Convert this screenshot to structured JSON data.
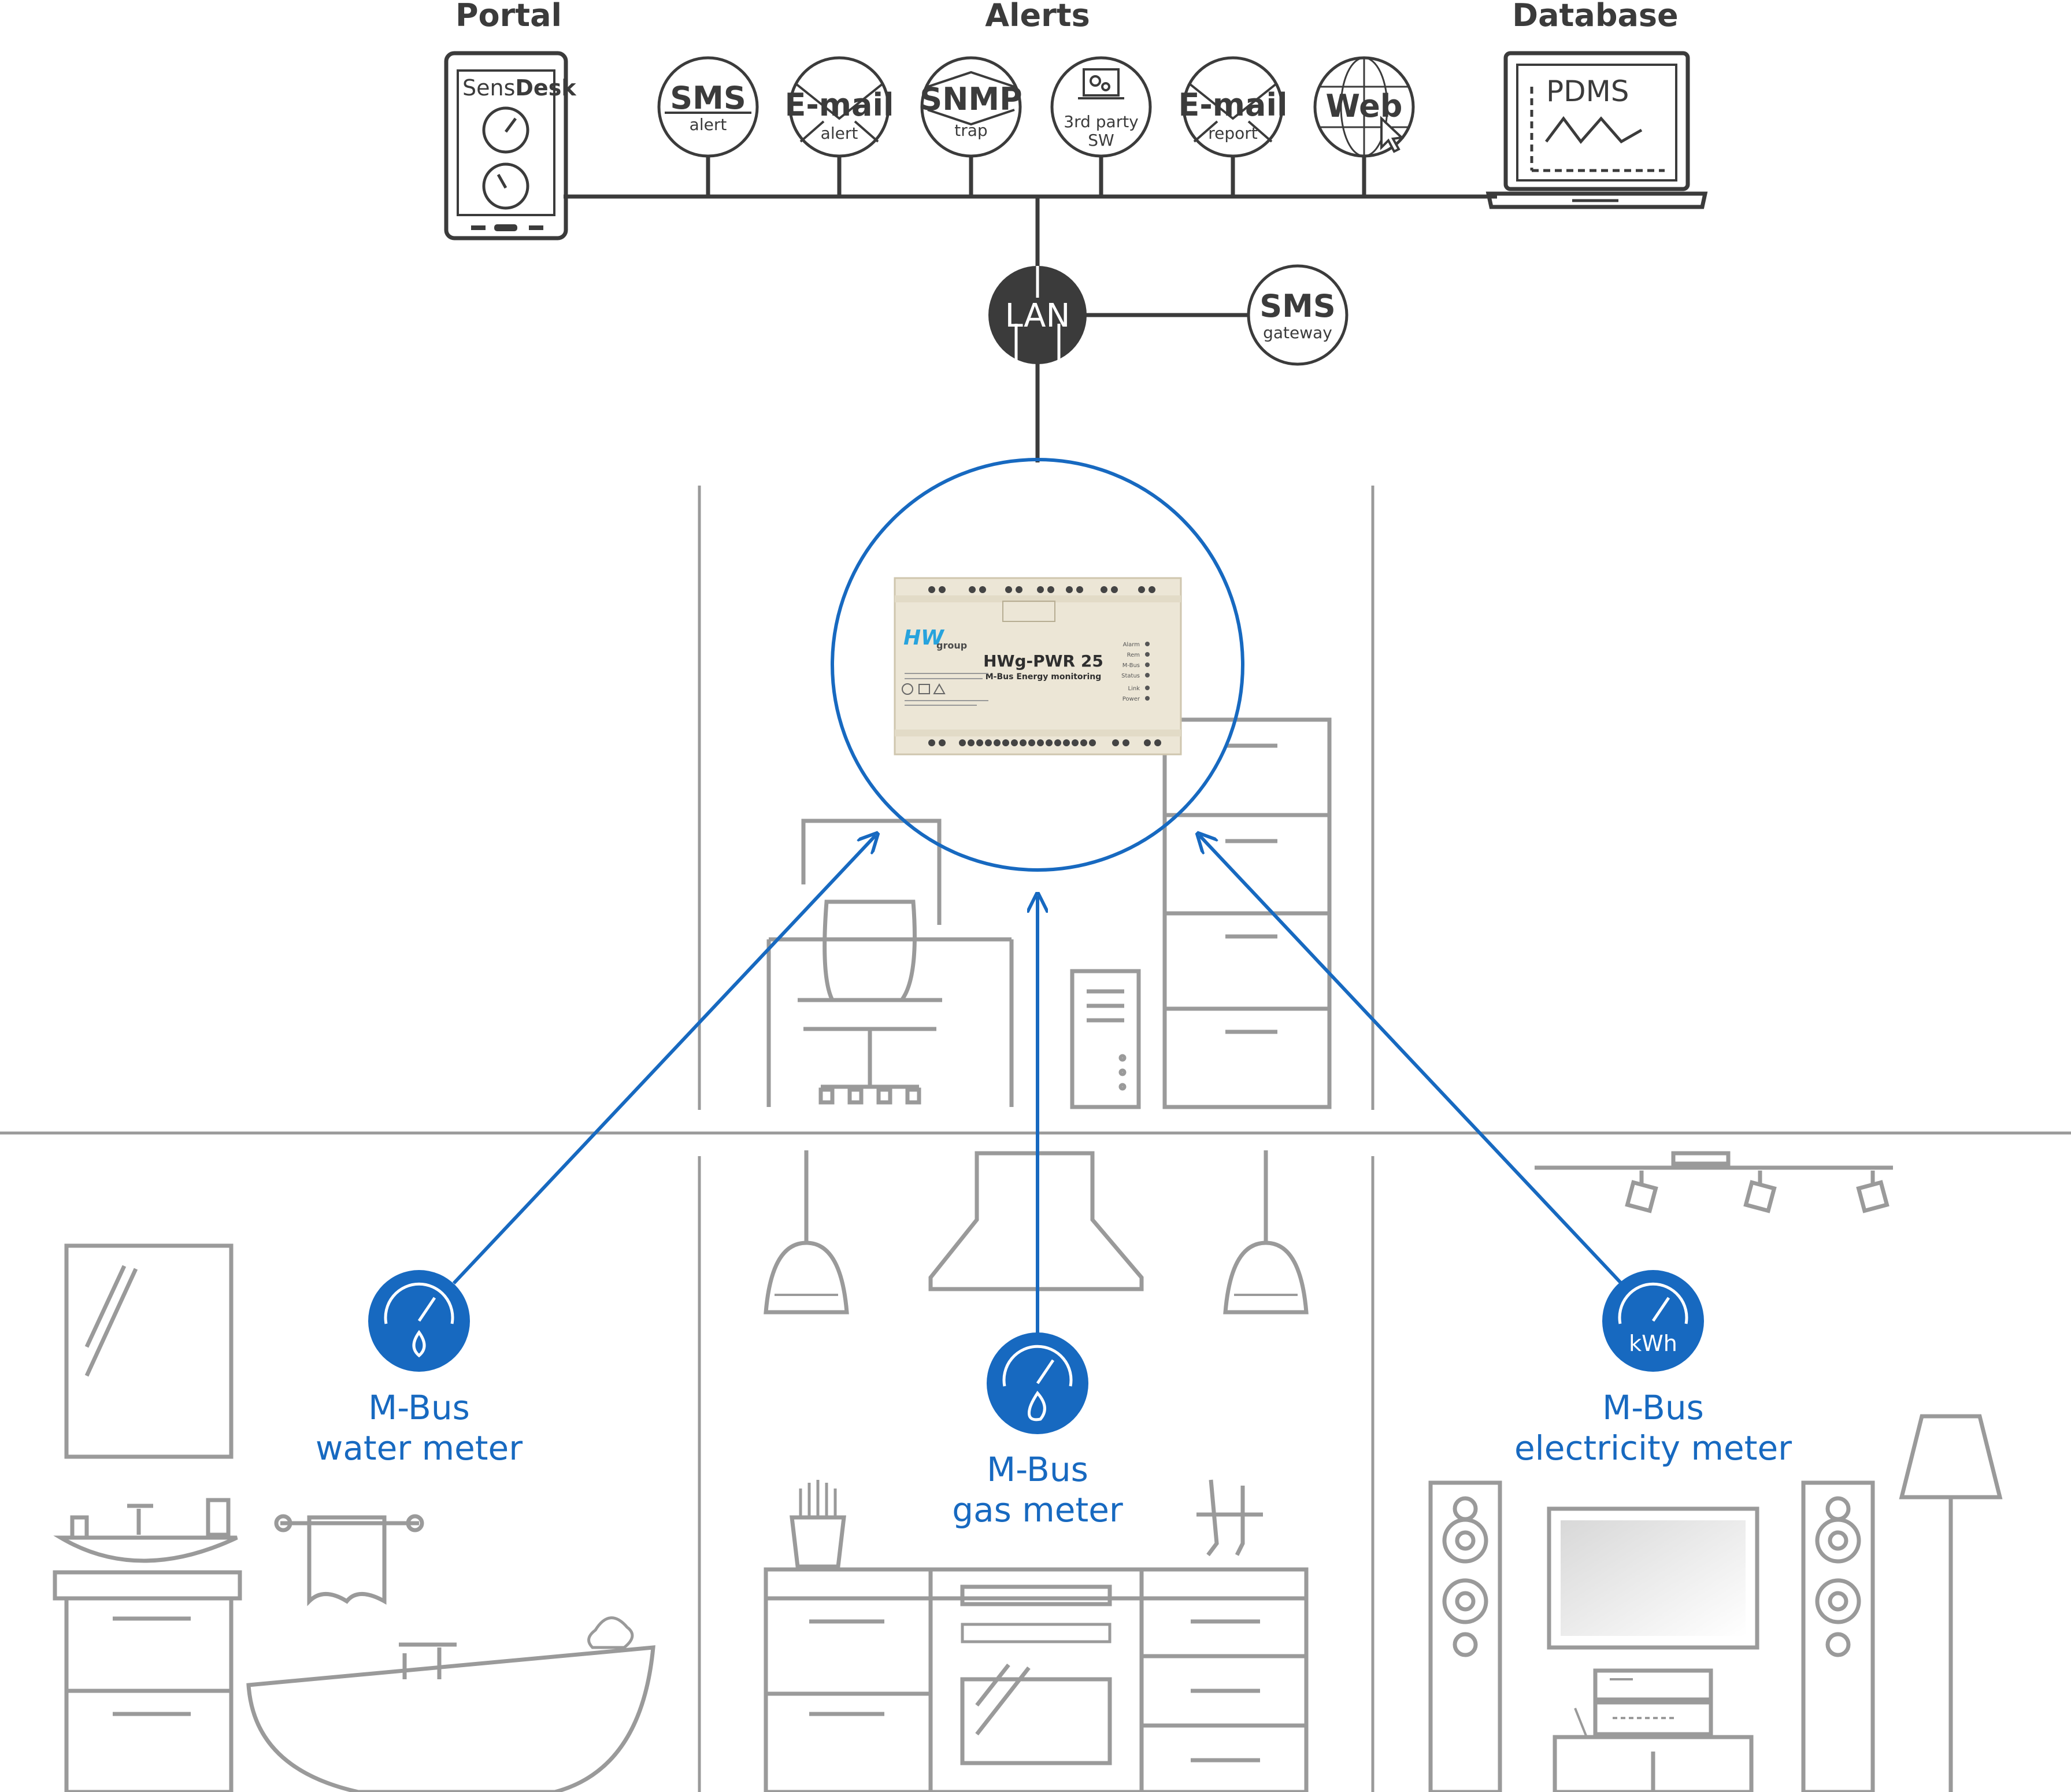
{
  "headers": {
    "portal": "Portal",
    "alerts": "Alerts",
    "database": "Database"
  },
  "portal": {
    "app_name_a": "Sens",
    "app_name_b": "Desk"
  },
  "database": {
    "label": "PDMS"
  },
  "alert_channels": [
    {
      "line1": "SMS",
      "line2": "alert",
      "icon": "sms-icon"
    },
    {
      "line1": "E-mail",
      "line2": "alert",
      "icon": "envelope-icon"
    },
    {
      "line1": "SNMP",
      "line2": "trap",
      "icon": "envelope-icon"
    },
    {
      "line1": "3rd party",
      "line2": "SW",
      "icon": "gear-monitor-icon"
    },
    {
      "line1": "E-mail",
      "line2": "report",
      "icon": "envelope-icon"
    },
    {
      "line1": "Web",
      "line2": "",
      "icon": "globe-cursor-icon"
    }
  ],
  "lan": {
    "label": "LAN"
  },
  "sms_gateway": {
    "line1": "SMS",
    "line2": "gateway"
  },
  "device": {
    "brand": "HW",
    "brand_sub": "group",
    "model": "HWg-PWR 25",
    "subtitle": "M-Bus Energy monitoring",
    "leds": [
      "Alarm",
      "Rem",
      "M-Bus",
      "Status",
      "Link",
      "Power"
    ]
  },
  "meters": {
    "water": {
      "line1": "M-Bus",
      "line2": "water meter",
      "icon": "water-drop-icon"
    },
    "gas": {
      "line1": "M-Bus",
      "line2": "gas meter",
      "icon": "flame-icon"
    },
    "electricity": {
      "line1": "M-Bus",
      "line2": "electricity meter",
      "icon_text": "kWh"
    }
  },
  "colors": {
    "accent_blue": "#1769c0",
    "dark": "#3b3b3b",
    "room_gray": "#9a9a9a",
    "device_beige": "#ece6d6"
  }
}
